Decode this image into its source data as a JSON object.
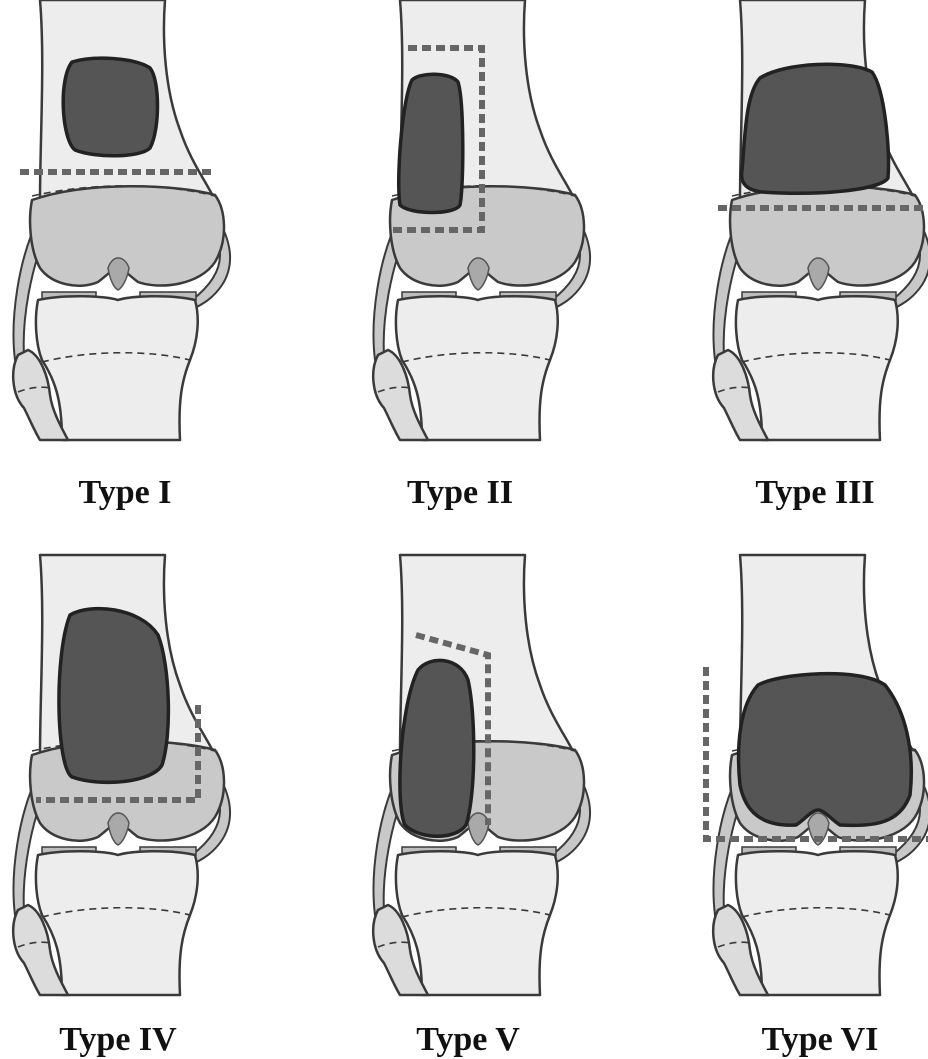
{
  "panels": [
    {
      "id": "p1",
      "label": "Type I"
    },
    {
      "id": "p2",
      "label": "Type II"
    },
    {
      "id": "p3",
      "label": "Type III"
    },
    {
      "id": "p4",
      "label": "Type IV"
    },
    {
      "id": "p5",
      "label": "Type V"
    },
    {
      "id": "p6",
      "label": "Type VI"
    }
  ],
  "colors": {
    "lesion": "#555555",
    "bone": "#ededed",
    "condyle": "#c9c9c9",
    "resection_line": "#666666"
  }
}
